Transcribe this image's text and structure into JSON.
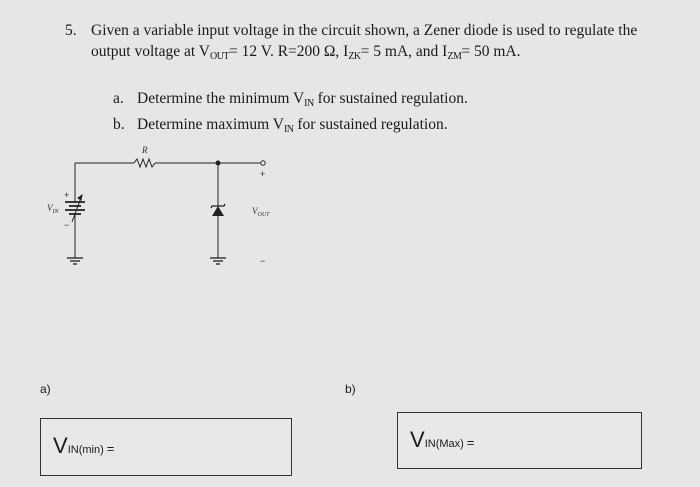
{
  "problem": {
    "number": "5.",
    "stem_part1": "Given a variable input voltage in the circuit shown, a Zener diode is used to regulate the output voltage at V",
    "vout_sub": "OUT",
    "stem_part2": "= 12 V. R=200 Ω, I",
    "izk_sub": "ZK",
    "stem_part3": "= 5 mA, and I",
    "izm_sub": "ZM",
    "stem_part4": "= 50 mA.",
    "parts": [
      {
        "label": "a.",
        "pre": "Determine the minimum V",
        "sub": "IN",
        "post": " for sustained regulation."
      },
      {
        "label": "b.",
        "pre": "Determine maximum V",
        "sub": "IN",
        "post": " for sustained regulation."
      }
    ]
  },
  "circuit": {
    "resistor_label": "R",
    "source_label": "V",
    "source_sub": "IN",
    "output_label": "V",
    "output_sub": "OUT",
    "plus": "+",
    "minus": "−"
  },
  "answers": {
    "a_label": "a)",
    "b_label": "b)",
    "a_box": {
      "V": "V",
      "sub": "IN(min)",
      "eq": "="
    },
    "b_box": {
      "V": "V",
      "sub": "IN(Max)",
      "eq": "="
    }
  }
}
